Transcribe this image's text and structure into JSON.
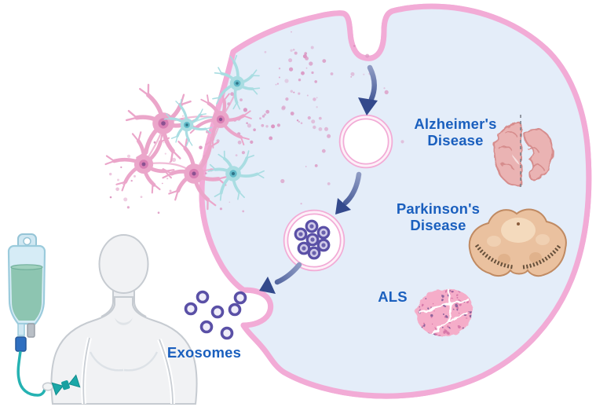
{
  "figure": {
    "labels": {
      "alzheimers": "Alzheimer's Disease",
      "parkinsons": "Parkinson's Disease",
      "als": "ALS",
      "exosomes": "Exosomes"
    },
    "icons": [
      "neuron-cluster-icon",
      "cell-membrane-icon",
      "endocytic-pit-icon",
      "early-endosome-icon",
      "multivesicular-body-icon",
      "exosome-particles-icon",
      "arrow-down-icon",
      "arrow-down-left-icon",
      "arrow-to-membrane-icon",
      "alzheimers-brain-section-icon",
      "parkinsons-midbrain-section-icon",
      "als-tissue-section-icon",
      "patient-torso-icon",
      "iv-infusion-bag-icon",
      "iv-line-icon",
      "iv-catheter-icon"
    ],
    "colors": {
      "label_text_blue": "#1a5fbe",
      "membrane_pink": "#f2abd6",
      "membrane_inner_light": "#fdf0f8",
      "cell_cytoplasm": "#e4edf9",
      "arrow_navy": "#33498c",
      "vesicle_purple": "#5a50a6",
      "vesicle_fill": "#efedf9",
      "neuron_pink": "#eba6ca",
      "neuron_teal": "#a9dde2",
      "iv_bag_fluid_teal": "#8dc5b1",
      "iv_tube_teal": "#25b2b2",
      "brain_pink": "#ecb1b1",
      "midbrain_tan": "#eac19f",
      "als_tissue_pink": "#f5adc9",
      "patient_gray": "#f1f2f4",
      "background": "#ffffff"
    }
  }
}
